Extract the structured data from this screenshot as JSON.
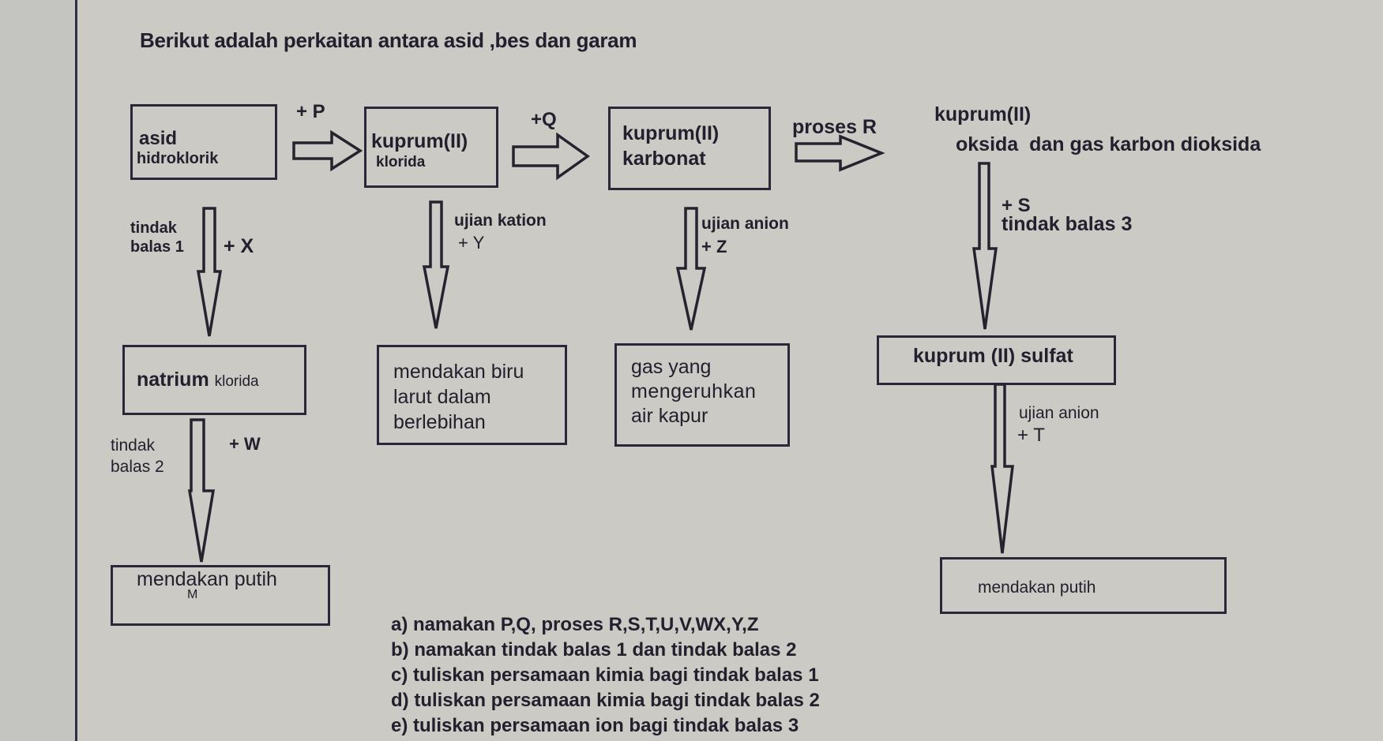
{
  "title": "Berikut adalah perkaitan antara asid ,bes dan garam",
  "boxes": {
    "asid_hidroklorik": {
      "line1": "asid",
      "line2": "hidroklorik"
    },
    "kuprum_klorida": {
      "line1": "kuprum(II)",
      "line2": "klorida"
    },
    "kuprum_karbonat": {
      "line1": "kuprum(II)",
      "line2": "karbonat"
    },
    "kuprum_oksida": {
      "line1": "kuprum(II)",
      "line2": "oksida  dan gas karbon dioksida"
    },
    "natrium_klorida": {
      "main": "natrium",
      "small": "klorida"
    },
    "mendakan_biru": {
      "line1": "mendakan biru",
      "line2": "larut dalam",
      "line3": "berlebihan"
    },
    "gas_air_kapur": {
      "line1": "gas yang",
      "line2": "mengeruhkan",
      "line3": "air kapur"
    },
    "kuprum_sulfat": {
      "text": "kuprum (II) sulfat"
    },
    "mendakan_putih_m": {
      "text": "mendakan putih",
      "sub": "M"
    },
    "mendakan_putih_right": {
      "text": "mendakan putih"
    }
  },
  "arrows": {
    "p": {
      "label": "+ P"
    },
    "q": {
      "label": "+Q"
    },
    "r": {
      "label": "proses R"
    },
    "x": {
      "reaction_line1": "tindak",
      "reaction_line2": "balas 1",
      "label": "+ X"
    },
    "y": {
      "test": "ujian kation",
      "label": "+ Y"
    },
    "z": {
      "test": "ujian anion",
      "label": "+ Z"
    },
    "s": {
      "label": "+ S",
      "reaction": "tindak balas 3"
    },
    "t": {
      "test": "ujian anion",
      "label": "+ T"
    },
    "w": {
      "reaction_line1": "tindak",
      "reaction_line2": "balas 2",
      "label": "+ W"
    }
  },
  "questions": [
    "a) namakan P,Q, proses R,S,T,U,V,WX,Y,Z",
    "b) namakan tindak balas 1 dan tindak balas 2",
    "c) tuliskan persamaan kimia bagi tindak balas 1",
    "d) tuliskan persamaan kimia bagi tindak balas 2",
    "e) tuliskan persamaan ion bagi tindak balas 3"
  ],
  "colors": {
    "background": "#cbcac4",
    "ink": "#23202e"
  }
}
